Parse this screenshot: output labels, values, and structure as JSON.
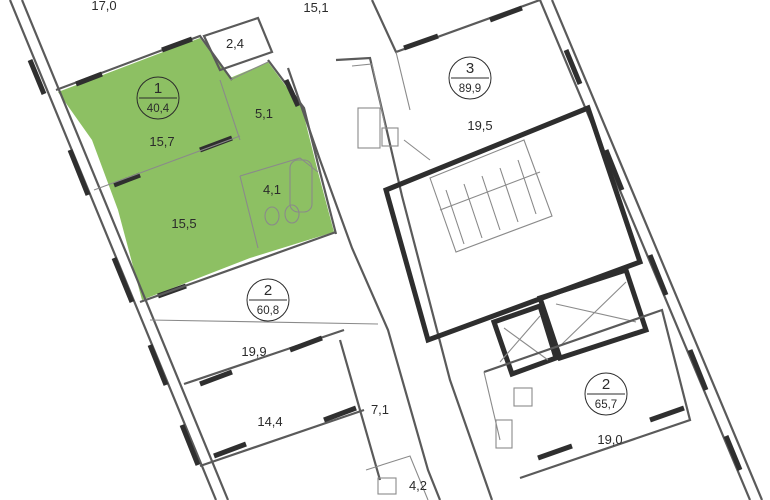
{
  "colors": {
    "highlight": "#8dc063",
    "wall": "#5a5a5a",
    "window": "#2f2f2f"
  },
  "room_areas": {
    "top_left": "17,0",
    "top_center": "15,1",
    "storage": "2,4",
    "hall_1": "5,1",
    "living_1": "15,7",
    "bedroom_1": "15,5",
    "bath_1": "4,1",
    "living_3": "19,5",
    "living_2a": "19,9",
    "bedroom_2a": "14,4",
    "hall_2a": "7,1",
    "bath_2a": "4,2",
    "living_2b": "19,0"
  },
  "apartments": [
    {
      "rooms": "1",
      "area": "40,4"
    },
    {
      "rooms": "3",
      "area": "89,9"
    },
    {
      "rooms": "2",
      "area": "60,8"
    },
    {
      "rooms": "2",
      "area": "65,7"
    }
  ]
}
